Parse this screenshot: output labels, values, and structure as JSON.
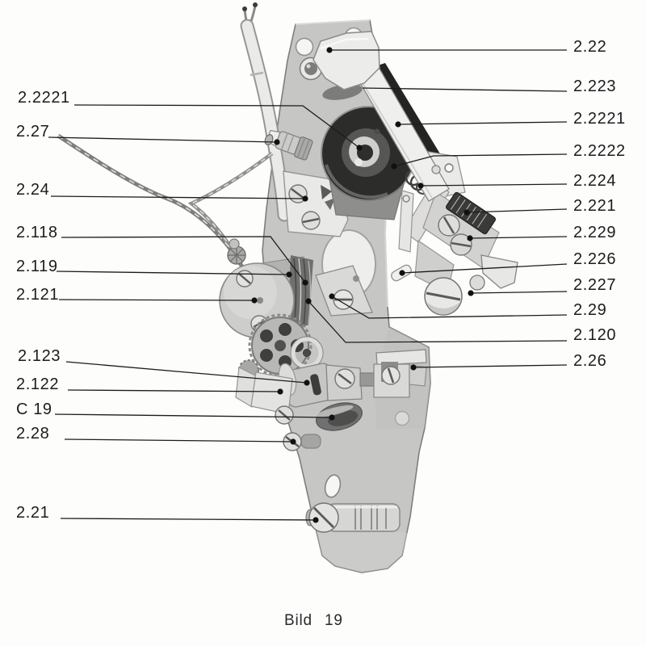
{
  "figure": {
    "caption": "Bild 19",
    "labels": {
      "left": [
        "2.2221",
        "2.27",
        "2.24",
        "2.118",
        "2.119",
        "2.121",
        "2.123",
        "2.122",
        "C 19",
        "2.28",
        "2.21"
      ],
      "right": [
        "2.22",
        "2.223",
        "2.2221",
        "2.2222",
        "2.224",
        "2.221",
        "2.229",
        "2.226",
        "2.227",
        "2.29",
        "2.120",
        "2.26"
      ]
    },
    "colors": {
      "ink": "#1a1a1a",
      "plate_gray": "#c6c6c4",
      "dark_drum": "#2c2c2a",
      "background": "#fdfdfc"
    }
  }
}
